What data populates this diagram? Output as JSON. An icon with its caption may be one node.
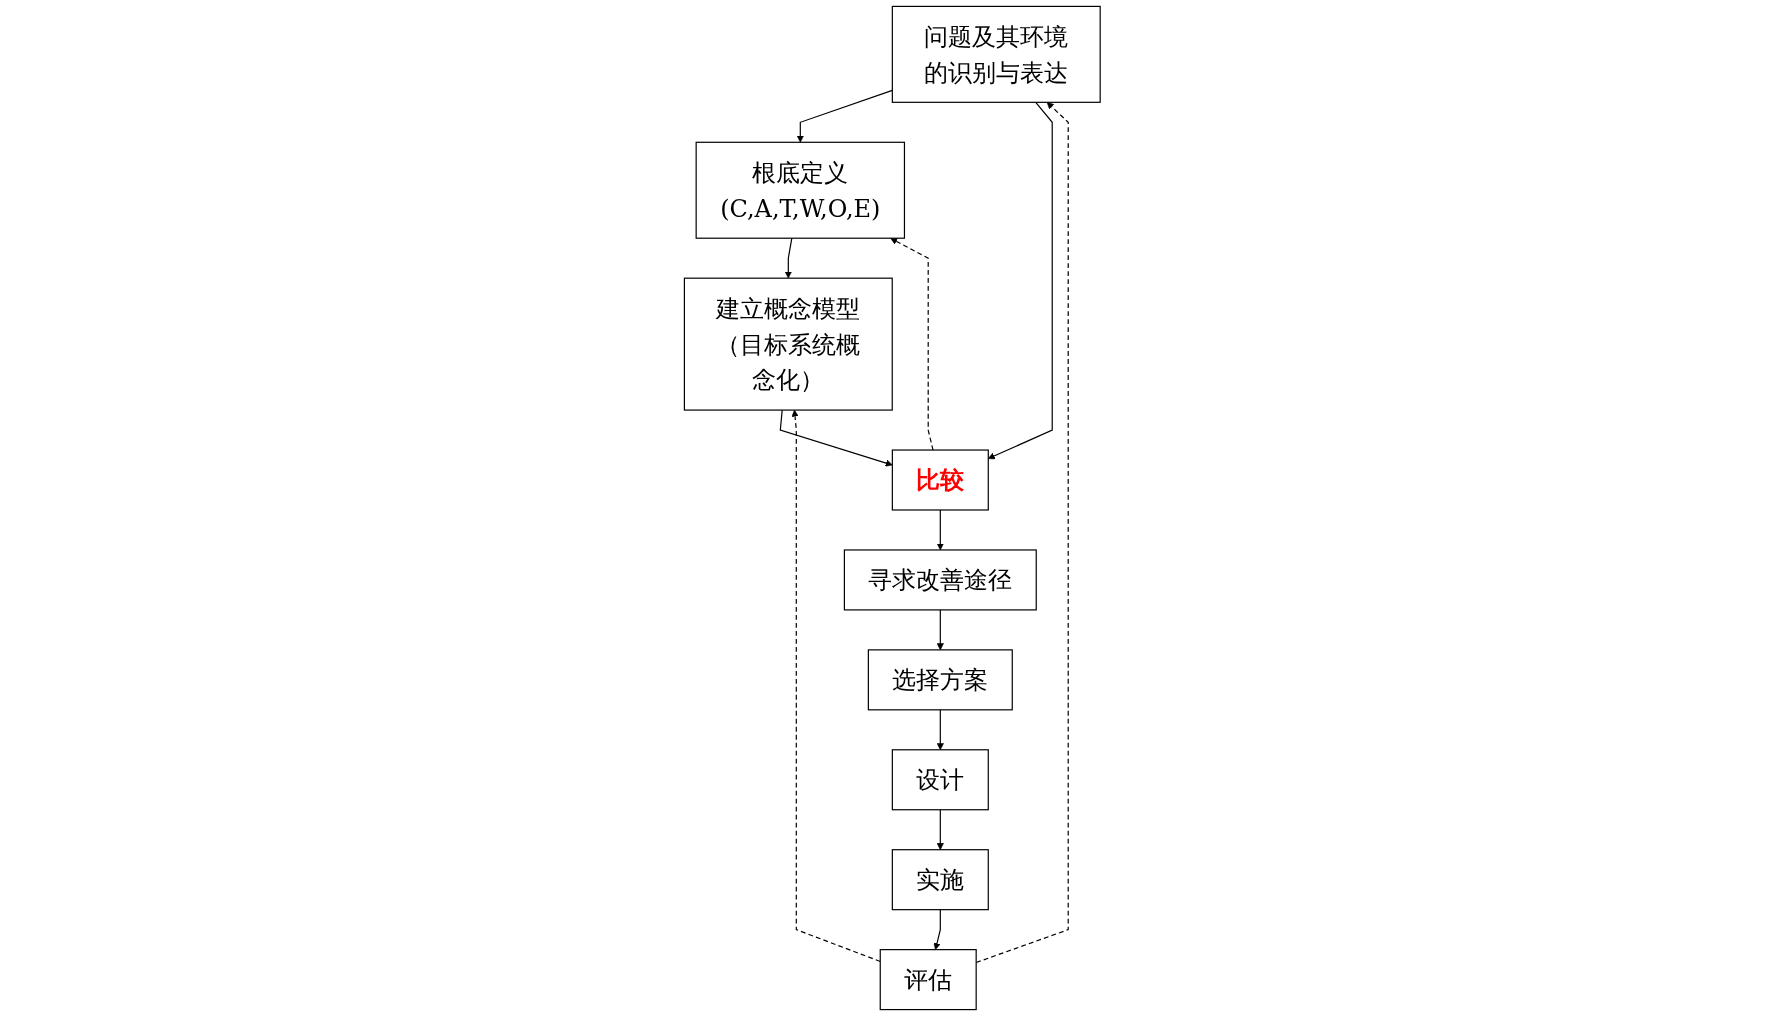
{
  "diagram": {
    "nodes": [
      {
        "text": [
          "问题及其环境的识别与表达"
        ]
      },
      {
        "text": [
          "根底定义",
          "(C,A,T,W,O,E)"
        ]
      },
      {
        "text": [
          "建立概念模型",
          "（目标系统概念化）"
        ]
      },
      {
        "text": [
          "比较"
        ]
      },
      {
        "text": [
          "寻求改善途径"
        ]
      },
      {
        "text": [
          "选择方案"
        ]
      },
      {
        "text": [
          "设计"
        ]
      },
      {
        "text": [
          "实施"
        ]
      },
      {
        "text": [
          "评估"
        ]
      }
    ],
    "edges": [
      {
        "from": 0,
        "to": 1,
        "arrow": "to"
      },
      {
        "from": 1,
        "to": 2,
        "arrow": "to"
      },
      {
        "from": 0,
        "to": 3,
        "arrow": "to"
      },
      {
        "from": 2,
        "to": 3,
        "arrow": "to"
      },
      {
        "from": 3,
        "to": 1,
        "arrow": "to",
        "style": "dashed"
      },
      {
        "from": 3,
        "to": 4,
        "arrow": "to"
      },
      {
        "from": 4,
        "to": 5,
        "arrow": "to"
      },
      {
        "from": 5,
        "to": 6,
        "arrow": "to"
      },
      {
        "from": 6,
        "to": 7,
        "arrow": "to"
      },
      {
        "from": 7,
        "to": 8,
        "arrow": "to"
      },
      {
        "from": 8,
        "to": 0,
        "arrow": "to",
        "style": "dashed"
      },
      {
        "from": 8,
        "to": 2,
        "arrow": "to",
        "style": "dashed"
      }
    ]
  }
}
